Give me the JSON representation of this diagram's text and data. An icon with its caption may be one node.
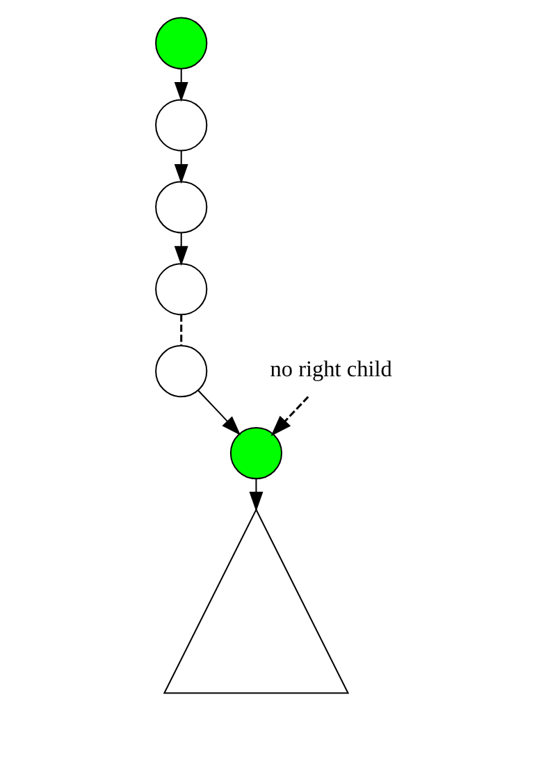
{
  "diagram": {
    "nodes": [
      {
        "text": [],
        "shape": "circle"
      },
      {
        "text": [],
        "shape": "circle"
      },
      {
        "text": [],
        "shape": "circle"
      },
      {
        "text": [],
        "shape": "circle"
      },
      {
        "text": [],
        "shape": "circle"
      },
      {
        "text": [],
        "shape": "circle"
      },
      {
        "text": [],
        "shape": "triangle"
      },
      {
        "text": [
          "no right child"
        ]
      }
    ],
    "edges": [
      {
        "from": 0,
        "to": 1,
        "arrow": "to"
      },
      {
        "from": 1,
        "to": 2,
        "arrow": "to"
      },
      {
        "from": 2,
        "to": 3,
        "arrow": "to"
      },
      {
        "from": 3,
        "to": 4,
        "arrow": "none",
        "style": "dashed"
      },
      {
        "from": 4,
        "to": 5,
        "arrow": "to"
      },
      {
        "from": 5,
        "to": 6,
        "arrow": "to"
      },
      {
        "from": 7,
        "to": 5,
        "arrow": "to",
        "style": "dashed"
      }
    ]
  }
}
